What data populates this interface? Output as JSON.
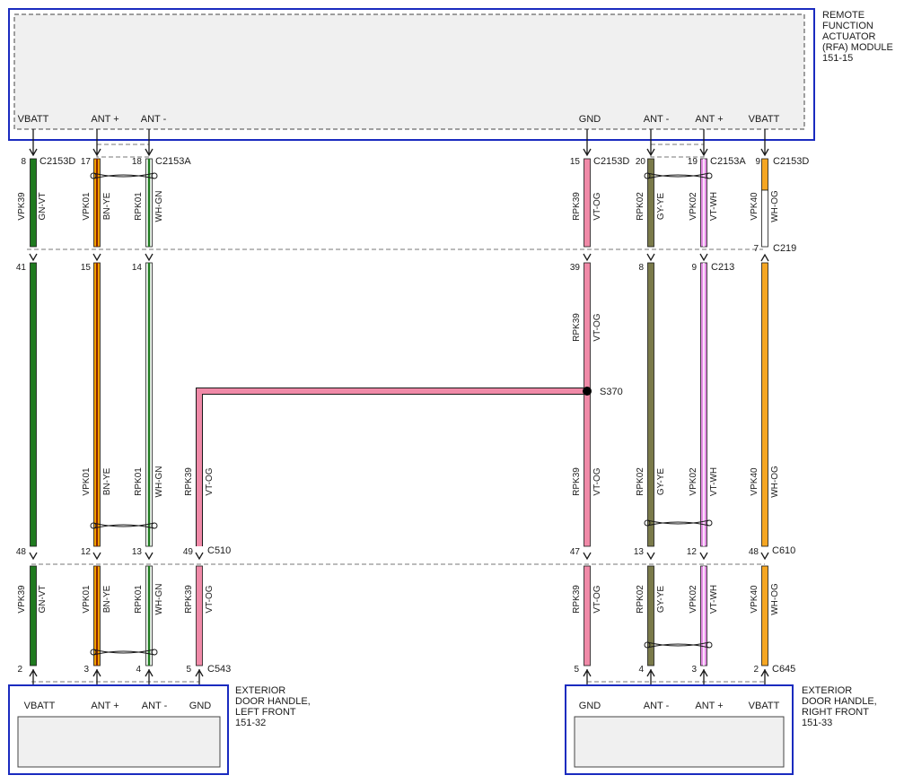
{
  "modules": {
    "rfa": {
      "name_lines": [
        "REMOTE",
        "FUNCTION",
        "ACTUATOR",
        "(RFA) MODULE",
        "151-15"
      ],
      "pins": [
        "VBATT",
        "ANT +",
        "ANT -",
        "GND",
        "ANT -",
        "ANT +",
        "VBATT"
      ]
    },
    "lf_handle": {
      "name_lines": [
        "EXTERIOR",
        "DOOR HANDLE,",
        "LEFT FRONT",
        "151-32"
      ],
      "pins": [
        "VBATT",
        "ANT +",
        "ANT -",
        "GND"
      ]
    },
    "rf_handle": {
      "name_lines": [
        "EXTERIOR",
        "DOOR HANDLE,",
        "RIGHT FRONT",
        "151-33"
      ],
      "pins": [
        "GND",
        "ANT -",
        "ANT +",
        "VBATT"
      ]
    }
  },
  "connectors": {
    "c2153d_left": "C2153D",
    "c2153a_left": "C2153A",
    "c2153d_right": "C2153D",
    "c2153a_right": "C2153A",
    "c219": "C219",
    "c213": "C213",
    "c510": "C510",
    "c610": "C610",
    "c543": "C543",
    "c645": "C645"
  },
  "splice": "S370",
  "pins": {
    "top": [
      "8",
      "17",
      "18",
      "15",
      "20",
      "19",
      "9"
    ],
    "c219": "7",
    "row2": [
      "41",
      "15",
      "14",
      "39",
      "8",
      "9"
    ],
    "row3": [
      "48",
      "12",
      "13",
      "49",
      "47",
      "13",
      "12",
      "48"
    ],
    "bottom": [
      "2",
      "3",
      "4",
      "5",
      "5",
      "4",
      "3",
      "2"
    ]
  },
  "wires": {
    "c1": {
      "circuit": "VPK39",
      "color_code": "GN-VT",
      "colors": [
        "#1f7a1f",
        "#b548b5"
      ]
    },
    "c2": {
      "circuit": "VPK01",
      "color_code": "BN-YE",
      "colors": [
        "#8b4513",
        "#f2c200"
      ]
    },
    "c3": {
      "circuit": "RPK01",
      "color_code": "WH-GN",
      "colors": [
        "#ffffff",
        "#1f7a1f"
      ]
    },
    "c4": {
      "circuit": "RPK39",
      "color_code": "VT-OG",
      "colors": [
        "#c060c0",
        "#ff8c1a"
      ]
    },
    "c5": {
      "circuit": "RPK39",
      "color_code": "VT-OG",
      "colors": [
        "#c060c0",
        "#ff8c1a"
      ]
    },
    "c6": {
      "circuit": "RPK02",
      "color_code": "GY-YE",
      "colors": [
        "#8a8a8a",
        "#d8d000"
      ]
    },
    "c7": {
      "circuit": "VPK02",
      "color_code": "VT-WH",
      "colors": [
        "#c060c0",
        "#ffffff"
      ]
    },
    "c8": {
      "circuit": "VPK40",
      "color_code": "WH-OG",
      "colors": [
        "#ffffff",
        "#ff8c1a"
      ]
    }
  },
  "style": {
    "module_border": "#1a2bbf",
    "wire_outline": "#1a1a1a",
    "connector_line": "#777777"
  }
}
